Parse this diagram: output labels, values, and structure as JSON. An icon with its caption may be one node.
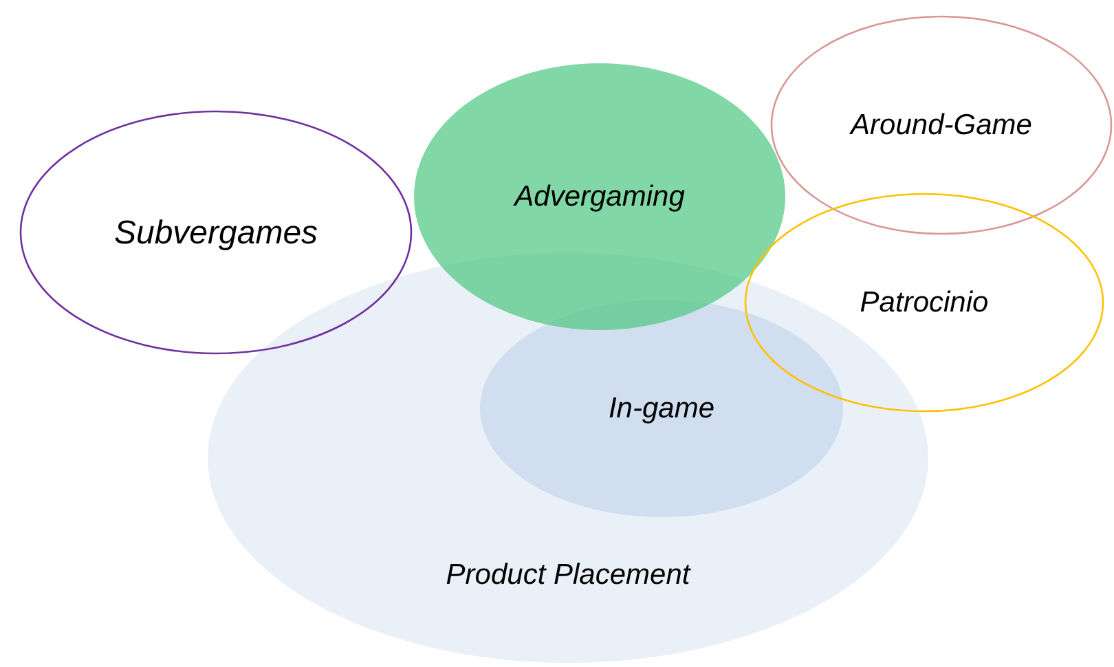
{
  "diagram": {
    "nodes": [
      {
        "text": [
          "Around-Game"
        ]
      },
      {
        "text": [
          "Subvergames"
        ]
      },
      {
        "text": [
          "Advergaming"
        ]
      },
      {
        "text": [
          "Patrocinio"
        ]
      },
      {
        "text": [
          "In-game"
        ],
        "in": 5
      },
      {
        "text": [
          "Product Placement"
        ]
      }
    ]
  }
}
